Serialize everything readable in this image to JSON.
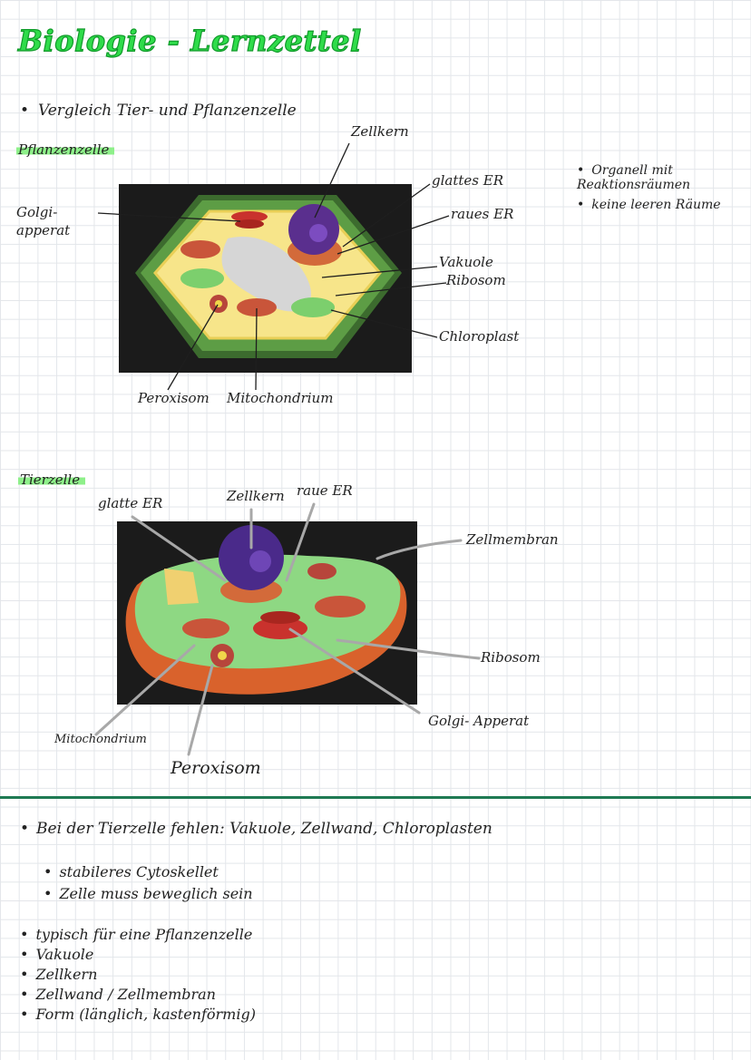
{
  "title": "Biologie - Lernzettel",
  "intro_bullet": "Vergleich Tier- und Pflanzenzelle",
  "plant_section": {
    "heading": "Pflanzenzelle",
    "labels": {
      "zellkern": "Zellkern",
      "glattes_er": "glattes ER",
      "raues_er": "raues ER",
      "vakuole": "Vakuole",
      "ribosom": "Ribosom",
      "chloroplast": "Chloroplast",
      "peroxisom": "Peroxisom",
      "mitochondrium": "Mitochondrium",
      "golgi": "Golgi-\napperat"
    },
    "side_notes": [
      "Organell mit Reaktionsräumen",
      "keine leeren Räume"
    ]
  },
  "animal_section": {
    "heading": "Tierzelle",
    "labels": {
      "glatte_er": "glatte ER",
      "zellkern": "Zellkern",
      "raue_er": "raue ER",
      "zellmembran": "Zellmembran",
      "ribosom": "Ribosom",
      "golgi": "Golgi- Apperat",
      "mitochondrium": "Mitochondrium",
      "peroxisom": "Peroxisom"
    }
  },
  "summary": {
    "missing": "Bei der Tierzelle fehlen: Vakuole, Zellwand, Chloroplasten",
    "sub_points": [
      "stabileres Cytoskellet",
      "Zelle muss beweglich sein"
    ],
    "typical_heading": "typisch für eine Pflanzenzelle",
    "typical_items": [
      "Vakuole",
      "Zellkern",
      "Zellwand / Zellmembran",
      "Form (länglich, kastenförmig)"
    ]
  },
  "colors": {
    "title_green": "#2fdc4a",
    "highlight": "#8ef08a",
    "divider": "#1f7a53"
  }
}
